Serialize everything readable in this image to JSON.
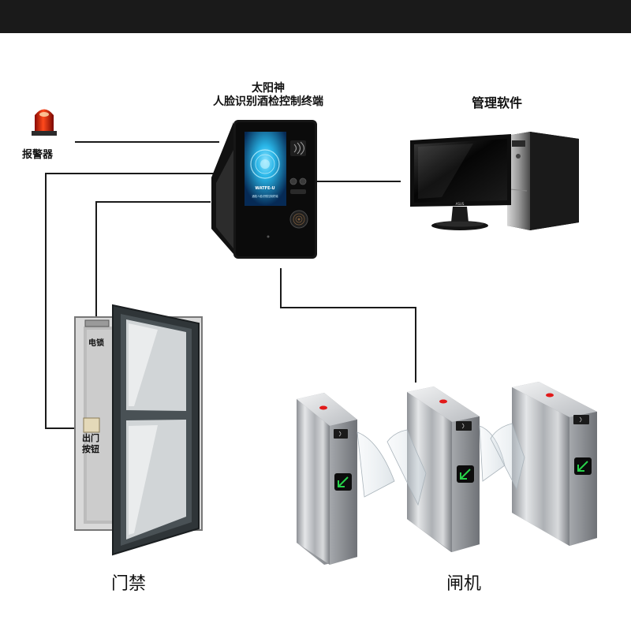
{
  "labels": {
    "terminal_brand": "太阳神",
    "terminal_name": "人脸识别酒检控制终端",
    "alarm": "报警器",
    "software": "管理软件",
    "electric_lock": "电锁",
    "exit_button_line1": "出门",
    "exit_button_line2": "按钮",
    "door_access": "门禁",
    "gate": "闸机"
  },
  "screen": {
    "brand": "WATFE-U",
    "caption": "酒检人脸识别控制终端"
  },
  "monitor_logo": "ASUS",
  "colors": {
    "topbar": "#1a1a1a",
    "line": "#1a1a1a",
    "alarm_light": "#d61a0c",
    "screen_glow": "#29b6e8",
    "arrow_green": "#27d24a"
  },
  "icons": [
    "alarm-light-icon",
    "fingerprint-icon",
    "nfc-icon",
    "arrow-icon"
  ]
}
